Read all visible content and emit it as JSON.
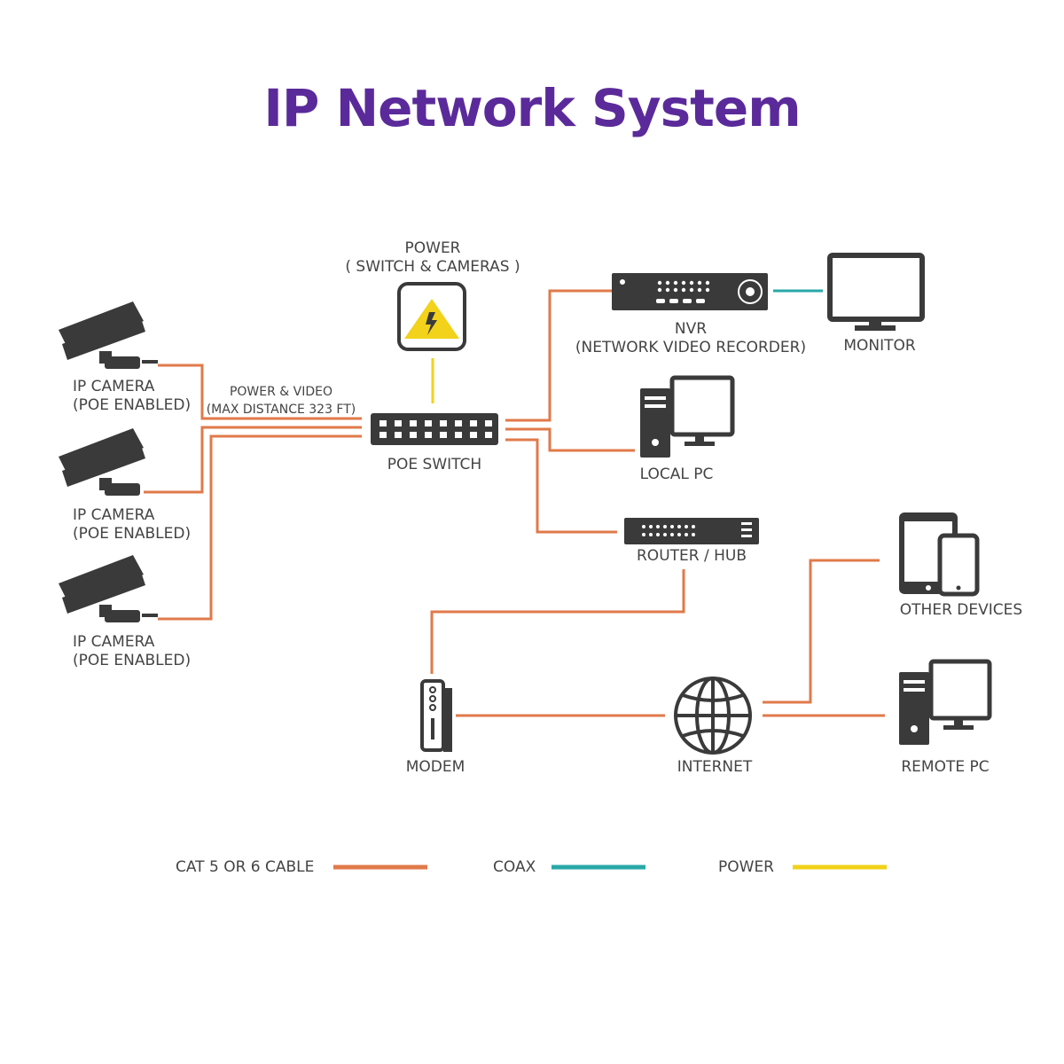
{
  "title": "IP Network System",
  "colors": {
    "title": "#5b2a9a",
    "cat_cable": "#e07a4a",
    "coax": "#2aa8a8",
    "power": "#f2d21a",
    "device": "#3a3a3a",
    "label": "#444444"
  },
  "power_box": {
    "label_line1": "POWER",
    "label_line2": "( SWITCH & CAMERAS )"
  },
  "cameras": [
    {
      "line1": "IP CAMERA",
      "line2": "(POE ENABLED)"
    },
    {
      "line1": "IP CAMERA",
      "line2": "(POE ENABLED)"
    },
    {
      "line1": "IP CAMERA",
      "line2": "(POE ENABLED)"
    }
  ],
  "cable_note": {
    "line1": "POWER & VIDEO",
    "line2": "(MAX DISTANCE 323 FT)"
  },
  "poe_switch": "POE SWITCH",
  "nvr": {
    "line1": "NVR",
    "line2": "(NETWORK VIDEO RECORDER)"
  },
  "monitor": "MONITOR",
  "local_pc": "LOCAL PC",
  "router": "ROUTER / HUB",
  "other_devices": "OTHER DEVICES",
  "modem": "MODEM",
  "internet": "INTERNET",
  "remote_pc": "REMOTE PC",
  "legend": [
    {
      "label": "CAT 5 OR 6 CABLE",
      "color": "#e07a4a"
    },
    {
      "label": "COAX",
      "color": "#2aa8a8"
    },
    {
      "label": "POWER",
      "color": "#f2d21a"
    }
  ]
}
